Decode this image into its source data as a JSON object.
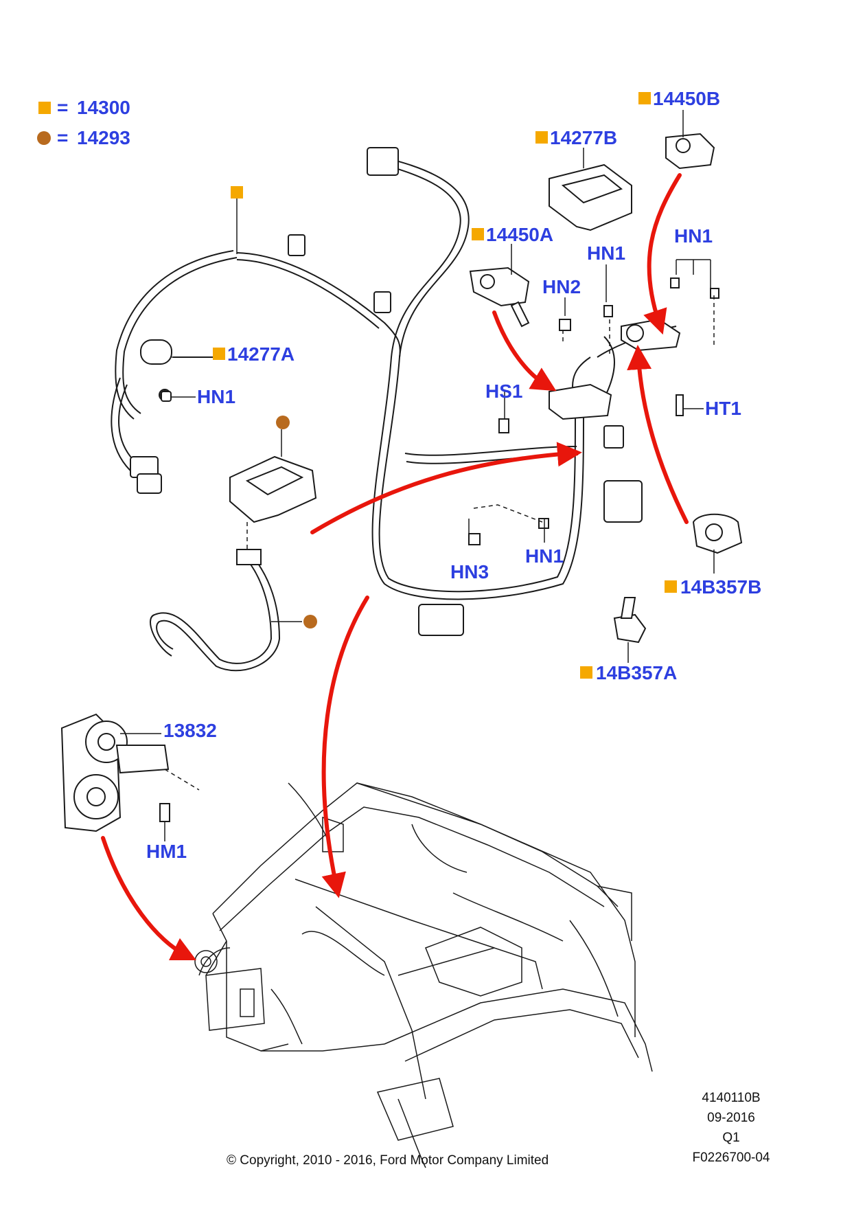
{
  "legend": [
    {
      "marker": "square",
      "color": "#f5a800",
      "equals": "=",
      "code": "14300"
    },
    {
      "marker": "circle",
      "color": "#b86a1e",
      "equals": "=",
      "code": "14293"
    }
  ],
  "labels": {
    "p14450B": "14450B",
    "p14277B": "14277B",
    "p14450A": "14450A",
    "hn1_top": "HN1",
    "hn1_right": "HN1",
    "hn2": "HN2",
    "p14277A": "14277A",
    "hn1_left": "HN1",
    "hs1": "HS1",
    "ht1": "HT1",
    "hn3": "HN3",
    "hn1_mid": "HN1",
    "p14B357B": "14B357B",
    "p14B357A": "14B357A",
    "p13832": "13832",
    "hm1": "HM1"
  },
  "reference": {
    "line1": "4140110B",
    "line2": "09-2016",
    "line3": "Q1",
    "line4": "F0226700-04"
  },
  "copyright": "© Copyright, 2010 - 2016, Ford Motor Company Limited",
  "colors": {
    "label": "#2d3fe0",
    "arrow": "#e8160c",
    "square_marker": "#f5a800",
    "circle_marker": "#b86a1e",
    "line_art": "#1a1a1a"
  }
}
